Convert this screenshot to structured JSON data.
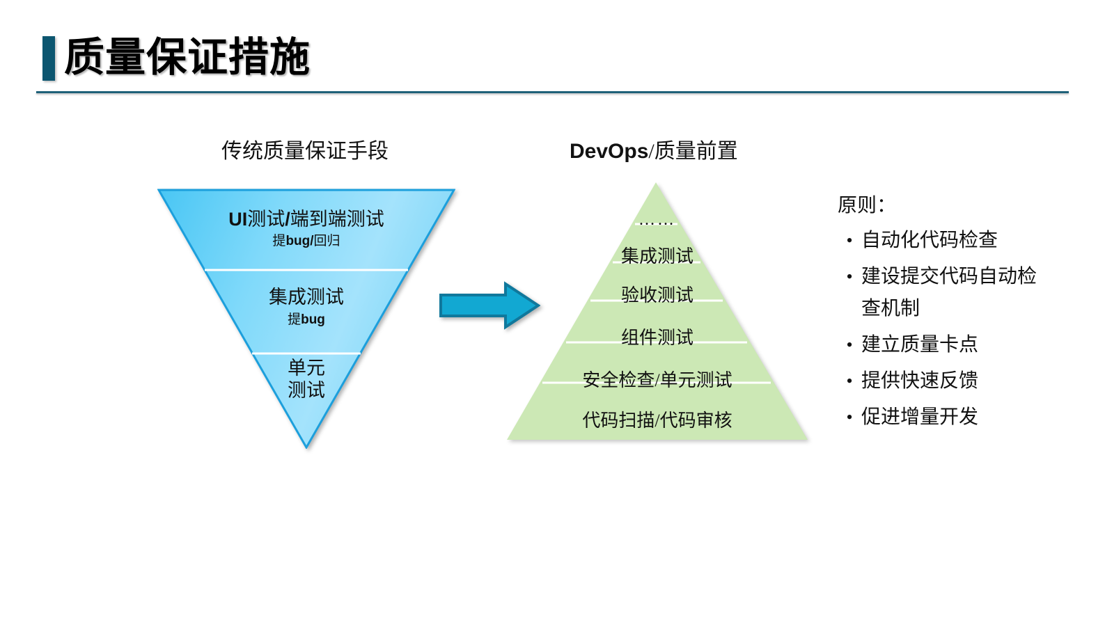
{
  "slide": {
    "title": "质量保证措施",
    "accent_color": "#0C5670",
    "rule_color": "#1F6179"
  },
  "left_section": {
    "heading": "传统质量保证手段",
    "shape": "inverted-triangle",
    "fill_from": "#3FC3F2",
    "fill_to": "#A8E4FB",
    "outline_color": "#1C9FDC",
    "bands": [
      {
        "label": "UI测试/端到端测试",
        "sub": "提bug/回归"
      },
      {
        "label": "集成测试",
        "sub": "提bug"
      },
      {
        "label": "单元\n测试",
        "sub": ""
      }
    ],
    "band_unit_line1": "单元",
    "band_unit_line2": "测试"
  },
  "arrow": {
    "name": "right-arrow",
    "fill": "#12A8D2",
    "outline": "#10789C"
  },
  "right_section": {
    "heading": "DevOps/质量前置",
    "heading_latin": "DevOps",
    "heading_cjk": "/质量前置",
    "shape": "pyramid",
    "fill": "#CCE8B5",
    "divider_color": "#FFFFFF",
    "bands": [
      "……",
      "集成测试",
      "验收测试",
      "组件测试",
      "安全检查/单元测试",
      "代码扫描/代码审核"
    ]
  },
  "principles": {
    "title": "原则：",
    "bullet_glyph": "•",
    "items": [
      "自动化代码检查",
      "建设提交代码自动检查机制",
      "建立质量卡点",
      "提供快速反馈",
      "促进增量开发"
    ]
  }
}
